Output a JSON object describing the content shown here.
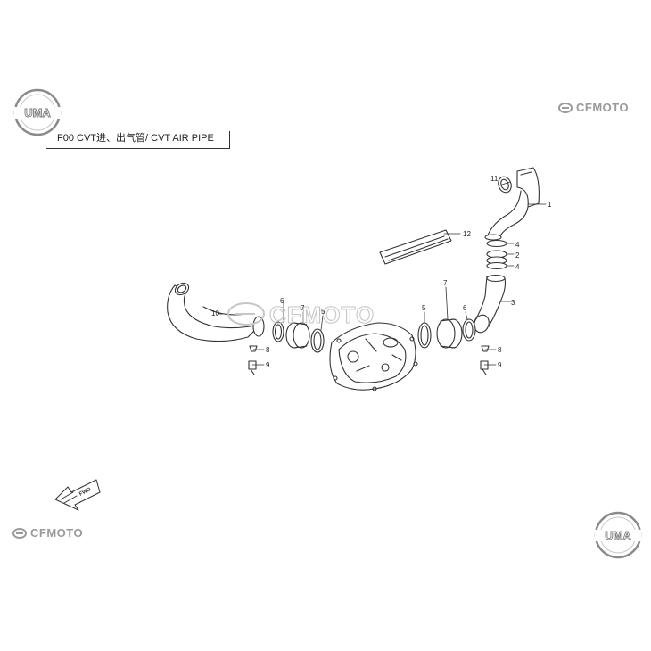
{
  "title": "F00 CVT进、出气管/ CVT AIR PIPE",
  "logos": {
    "uma_text": "UMA",
    "cfmoto_text": "CFMOTO"
  },
  "fwd_label": "FWD",
  "callouts": {
    "c1": "1",
    "c2": "2",
    "c3": "3",
    "c4a": "4",
    "c4b": "4",
    "c5a": "5",
    "c5b": "5",
    "c6a": "6",
    "c6b": "6",
    "c7a": "7",
    "c7b": "7",
    "c8a": "8",
    "c8b": "8",
    "c9a": "9",
    "c9b": "9",
    "c10": "10",
    "c11": "11",
    "c12": "12"
  },
  "colors": {
    "line": "#333333",
    "watermark": "#c6c6c6",
    "logo_grey": "#9a9a9a"
  }
}
